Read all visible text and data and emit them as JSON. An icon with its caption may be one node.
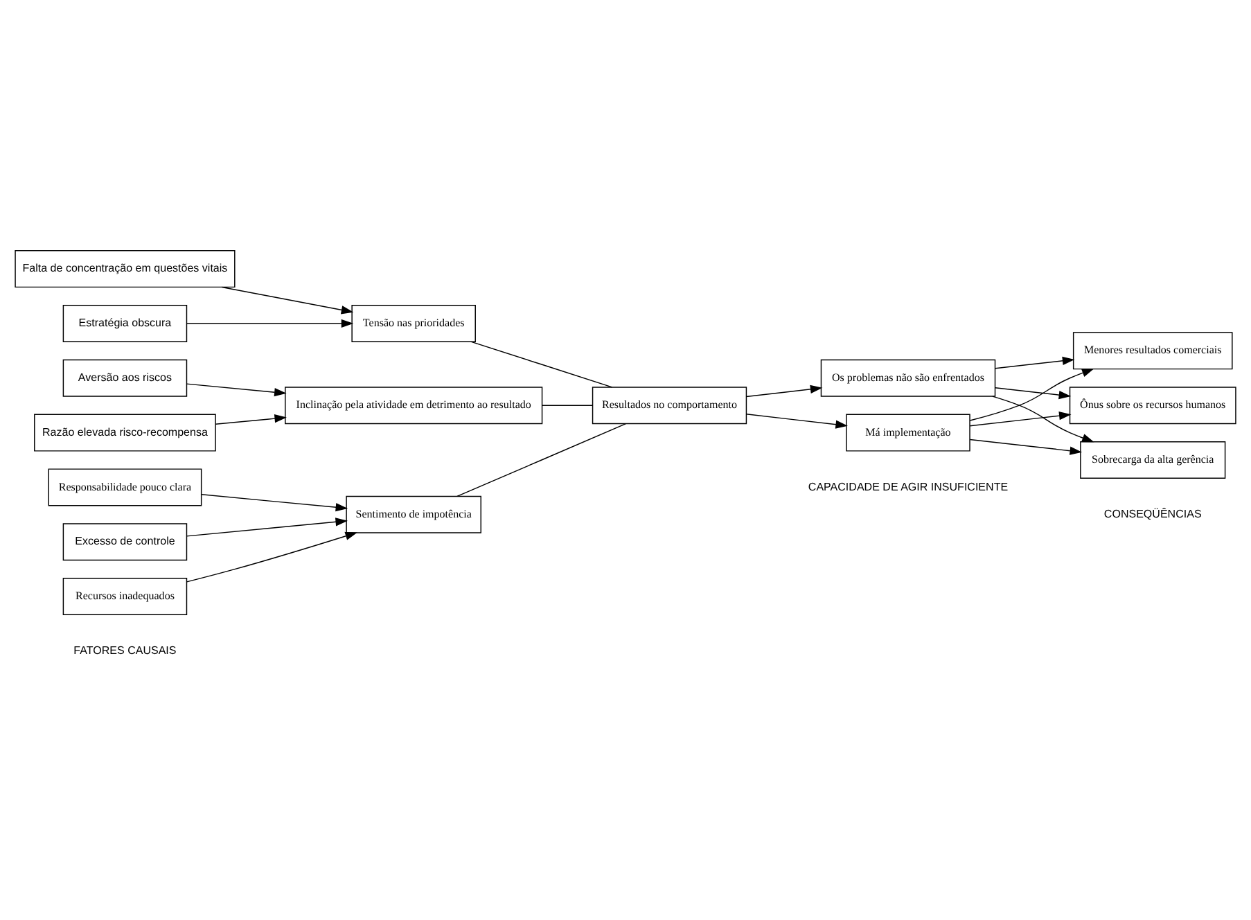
{
  "diagram": {
    "nodes": [
      {
        "text": [
          "Estratégia obscura"
        ]
      },
      {
        "text": [
          "Falta de concentração em questões vitais"
        ]
      },
      {
        "text": [
          "Razão elevada risco-recompensa"
        ]
      },
      {
        "text": [
          "Aversão aos riscos"
        ]
      },
      {
        "text": [
          "Responsabilidade pouco clara"
        ]
      },
      {
        "text": [
          "Excesso de controle"
        ]
      },
      {
        "text": [
          "Recursos inadequados"
        ]
      },
      {
        "text": [
          "Tensão nas prioridades"
        ]
      },
      {
        "text": [
          "Inclinação pela atividade em detrimento ao resultado"
        ]
      },
      {
        "text": [
          "Sentimento de impotência"
        ]
      },
      {
        "text": [
          "Resultados no comportamento"
        ]
      },
      {
        "text": [
          "Os problemas não são enfrentados"
        ]
      },
      {
        "text": [
          "Má implementação"
        ]
      },
      {
        "text": [
          "Menores resultados comerciais"
        ]
      },
      {
        "text": [
          "Ônus sobre os recursos humanos"
        ]
      },
      {
        "text": [
          "Sobrecarga da alta gerência"
        ]
      }
    ],
    "edges": [
      {
        "from": 0,
        "to": 7,
        "arrow": "to"
      },
      {
        "from": 1,
        "to": 7,
        "arrow": "to"
      },
      {
        "from": 2,
        "to": 8,
        "arrow": "to"
      },
      {
        "from": 3,
        "to": 8,
        "arrow": "to"
      },
      {
        "from": 4,
        "to": 9,
        "arrow": "to"
      },
      {
        "from": 5,
        "to": 9,
        "arrow": "to"
      },
      {
        "from": 6,
        "to": 9,
        "arrow": "to"
      },
      {
        "from": 7,
        "to": 10,
        "arrow": "none"
      },
      {
        "from": 8,
        "to": 10,
        "arrow": "none"
      },
      {
        "from": 9,
        "to": 10,
        "arrow": "none"
      },
      {
        "from": 10,
        "to": 11,
        "arrow": "to"
      },
      {
        "from": 10,
        "to": 12,
        "arrow": "to"
      },
      {
        "from": 11,
        "to": 13,
        "arrow": "to"
      },
      {
        "from": 11,
        "to": 14,
        "arrow": "to"
      },
      {
        "from": 11,
        "to": 15,
        "arrow": "to"
      },
      {
        "from": 12,
        "to": 13,
        "arrow": "to"
      },
      {
        "from": 12,
        "to": 14,
        "arrow": "to"
      },
      {
        "from": 12,
        "to": 15,
        "arrow": "to"
      }
    ],
    "labels": [
      "FATORES CAUSAIS",
      "CAPACIDADE DE AGIR INSUFICIENTE",
      "CONSEQÜÊNCIAS"
    ]
  }
}
